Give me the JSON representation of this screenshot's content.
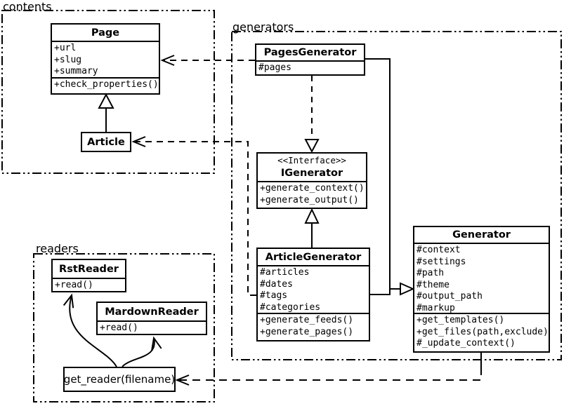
{
  "packages": {
    "contents": {
      "label": "contents"
    },
    "generators": {
      "label": "generators"
    },
    "readers": {
      "label": "readers"
    }
  },
  "classes": {
    "page": {
      "name": "Page",
      "attrs": [
        "+url",
        "+slug",
        "+summary"
      ],
      "methods": [
        "+check_properties()"
      ]
    },
    "article": {
      "name": "Article"
    },
    "pages_generator": {
      "name": "PagesGenerator",
      "attrs": [
        "#pages"
      ]
    },
    "igenerator": {
      "stereotype": "<<Interface>>",
      "name": "IGenerator",
      "methods": [
        "+generate_context()",
        "+generate_output()"
      ]
    },
    "article_generator": {
      "name": "ArticleGenerator",
      "attrs": [
        "#articles",
        "#dates",
        "#tags",
        "#categories"
      ],
      "methods": [
        "+generate_feeds()",
        "+generate_pages()"
      ]
    },
    "generator": {
      "name": "Generator",
      "attrs": [
        "#context",
        "#settings",
        "#path",
        "#theme",
        "#output_path",
        "#markup"
      ],
      "methods": [
        "+get_templates()",
        "+get_files(path,exclude)",
        "#_update_context()"
      ]
    },
    "rst_reader": {
      "name": "RstReader",
      "methods": [
        "+read()"
      ]
    },
    "mardown_reader": {
      "name": "MardownReader",
      "methods": [
        "+read()"
      ]
    },
    "get_reader": {
      "label": "get_reader(filename)"
    }
  },
  "colors": {
    "stroke": "#000000",
    "background": "#ffffff"
  }
}
